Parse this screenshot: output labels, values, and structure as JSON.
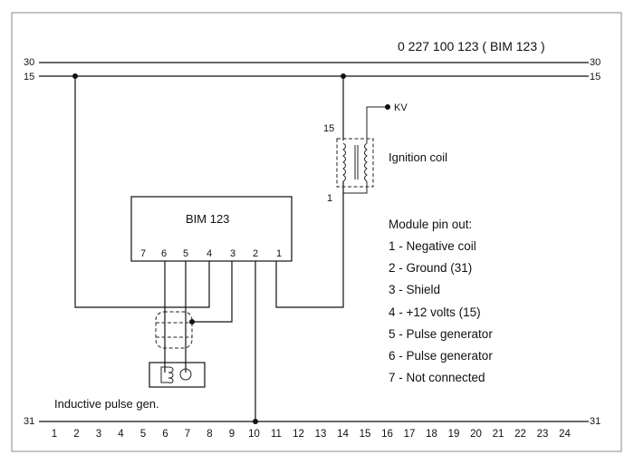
{
  "title": "0 227 100 123 ( BIM 123 )",
  "rails": {
    "r30": "30",
    "r15": "15",
    "r31": "31"
  },
  "module": {
    "name": "BIM 123",
    "pins": [
      "7",
      "6",
      "5",
      "4",
      "3",
      "2",
      "1"
    ]
  },
  "coil": {
    "label": "Ignition coil",
    "kv": "KV",
    "terminal_top": "15",
    "terminal_bottom": "1"
  },
  "legend": {
    "title": "Module pin out:",
    "items": [
      "1 - Negative coil",
      "2 - Ground (31)",
      "3 - Shield",
      "4 - +12 volts (15)",
      "5 - Pulse generator",
      "6 - Pulse generator",
      "7 - Not connected"
    ]
  },
  "pulse_gen_label": "Inductive pulse gen.",
  "terminal_numbers": [
    "1",
    "2",
    "3",
    "4",
    "5",
    "6",
    "7",
    "8",
    "9",
    "10",
    "11",
    "12",
    "13",
    "14",
    "15",
    "16",
    "17",
    "18",
    "19",
    "20",
    "21",
    "22",
    "23",
    "24"
  ],
  "colors": {
    "ink": "#111111",
    "background": "#ffffff",
    "frame": "#888888"
  }
}
